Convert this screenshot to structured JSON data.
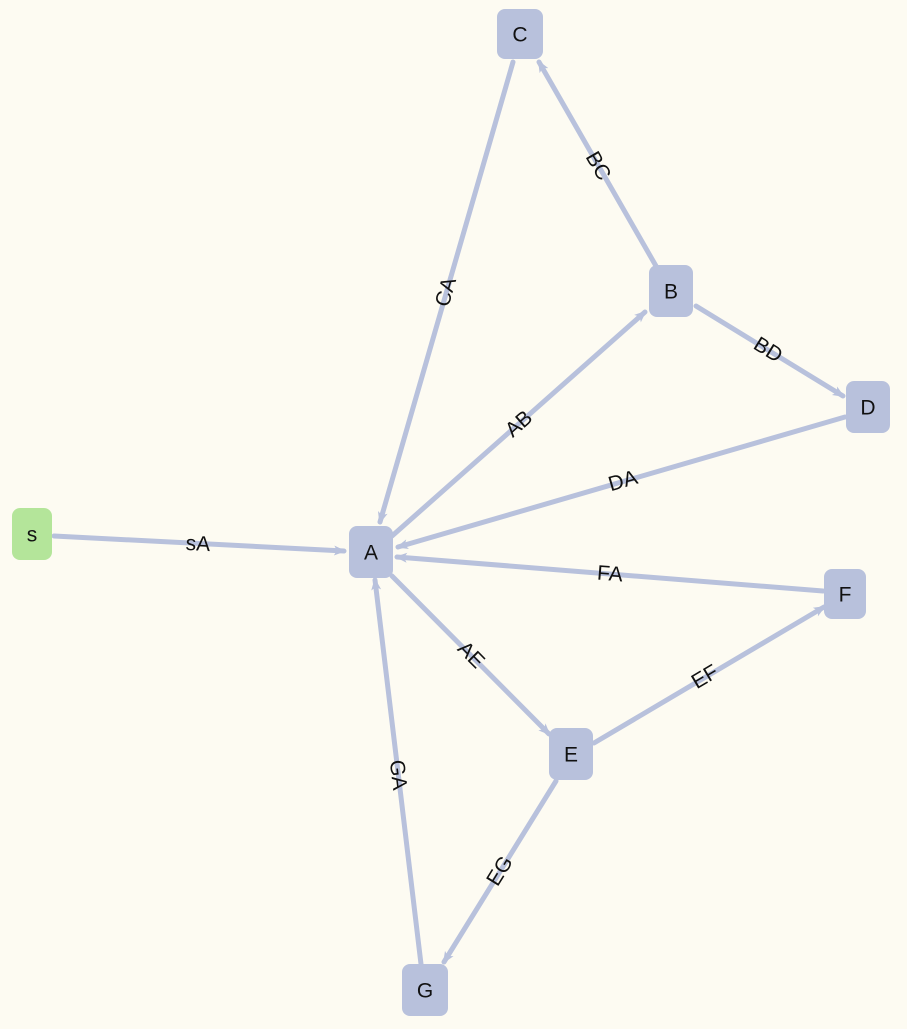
{
  "diagram": {
    "node_color": "#b8c1dc",
    "start_node_color": "#b4e59a",
    "edge_color": "#b8c1dc",
    "background": "#fdfbf2",
    "nodes": [
      {
        "id": "s",
        "label": "s",
        "kind": "start"
      },
      {
        "id": "A",
        "label": "A",
        "kind": "state"
      },
      {
        "id": "B",
        "label": "B",
        "kind": "state"
      },
      {
        "id": "C",
        "label": "C",
        "kind": "state"
      },
      {
        "id": "D",
        "label": "D",
        "kind": "state"
      },
      {
        "id": "E",
        "label": "E",
        "kind": "state"
      },
      {
        "id": "F",
        "label": "F",
        "kind": "state"
      },
      {
        "id": "G",
        "label": "G",
        "kind": "state"
      }
    ],
    "edges": [
      {
        "from": "s",
        "to": "A",
        "label": "sA"
      },
      {
        "from": "C",
        "to": "A",
        "label": "CA"
      },
      {
        "from": "B",
        "to": "C",
        "label": "BC"
      },
      {
        "from": "A",
        "to": "B",
        "label": "AB"
      },
      {
        "from": "B",
        "to": "D",
        "label": "BD"
      },
      {
        "from": "D",
        "to": "A",
        "label": "DA"
      },
      {
        "from": "F",
        "to": "A",
        "label": "FA"
      },
      {
        "from": "A",
        "to": "E",
        "label": "AE"
      },
      {
        "from": "E",
        "to": "F",
        "label": "EF"
      },
      {
        "from": "E",
        "to": "G",
        "label": "EG"
      },
      {
        "from": "G",
        "to": "A",
        "label": "GA"
      }
    ]
  }
}
